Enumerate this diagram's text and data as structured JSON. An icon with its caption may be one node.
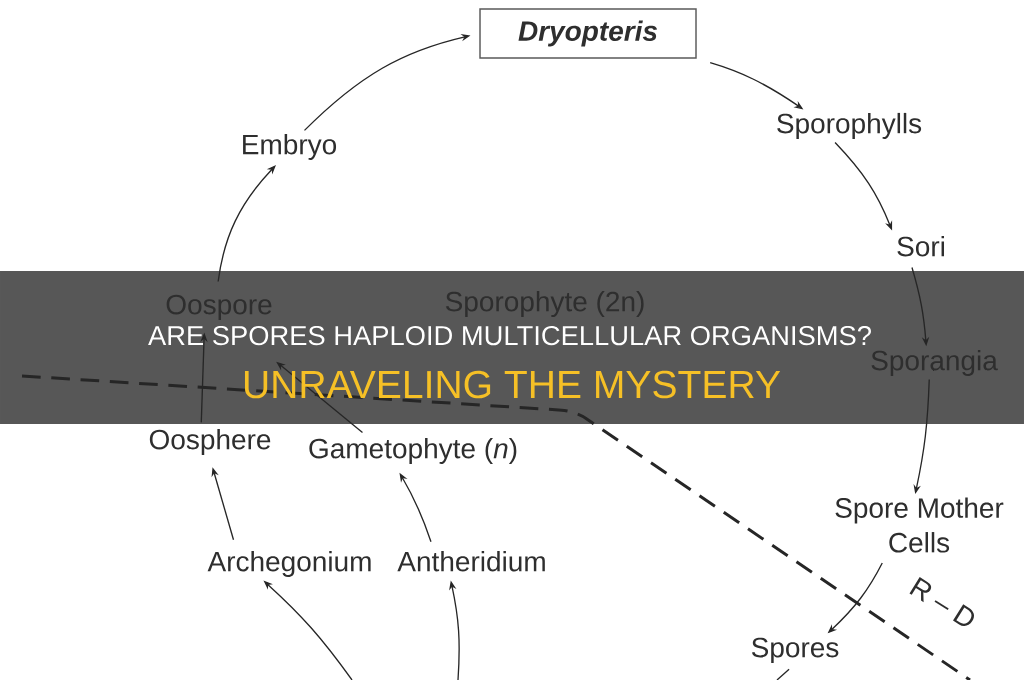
{
  "diagram": {
    "title": "ARE SPORES HAPLOID MULTICELLULAR ORGANISMS?",
    "nodes": [
      {
        "text": [
          "Dryopteris"
        ]
      },
      {
        "text": [
          "Sporophylls"
        ]
      },
      {
        "text": [
          "Sori"
        ]
      },
      {
        "text": [
          "Sporangia"
        ]
      },
      {
        "text": [
          "Spore Mother Cells"
        ]
      },
      {
        "text": [
          "Spores"
        ]
      },
      {
        "text": [
          "Antheridium"
        ]
      },
      {
        "text": [
          "Archegonium"
        ]
      },
      {
        "text": [
          "Gametophyte (*n*)"
        ]
      },
      {
        "text": [
          "Oosphere"
        ]
      },
      {
        "text": [
          "Oospore"
        ]
      },
      {
        "text": [
          "Embryo"
        ]
      }
    ],
    "edges": [
      {
        "from": 11,
        "to": 0,
        "arrow": "to"
      },
      {
        "from": 0,
        "to": 1,
        "arrow": "to"
      },
      {
        "from": 1,
        "to": 2,
        "arrow": "to"
      },
      {
        "from": 2,
        "to": 3,
        "arrow": "to"
      },
      {
        "from": 3,
        "to": 4,
        "arrow": "to"
      },
      {
        "from": 4,
        "to": 5,
        "arrow": "to"
      },
      {
        "from": 5,
        "to": null,
        "arrow": "none"
      },
      {
        "from": null,
        "to": 6,
        "arrow": "to"
      },
      {
        "from": null,
        "to": 7,
        "arrow": "to"
      },
      {
        "from": 7,
        "to": 9,
        "arrow": "to"
      },
      {
        "from": 6,
        "to": 8,
        "arrow": "to"
      },
      {
        "from": 8,
        "to": 10,
        "arrow": "to"
      },
      {
        "from": 9,
        "to": 10,
        "arrow": "to"
      },
      {
        "from": 10,
        "to": 11,
        "arrow": "to"
      }
    ],
    "labels": [
      "Sporophyte (2n)",
      "UNRAVELING THE MYSTERY",
      "R – D"
    ]
  }
}
